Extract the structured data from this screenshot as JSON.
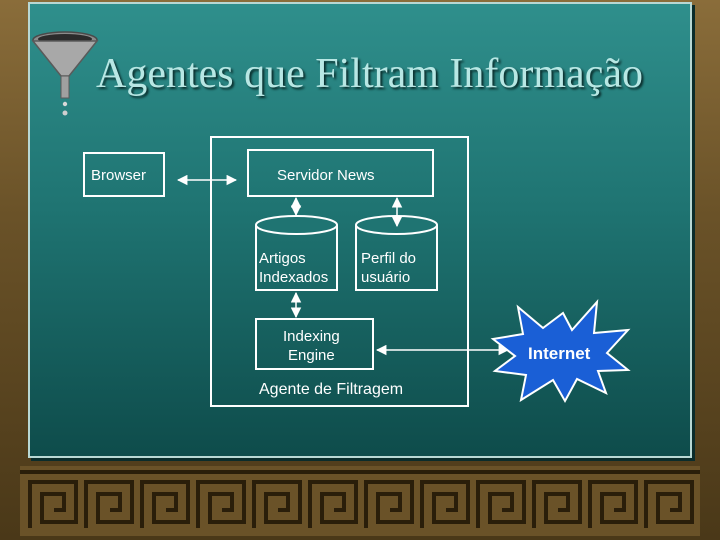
{
  "title": "Agentes que Filtram Informação",
  "diagram": {
    "browser": "Browser",
    "servidor": "Servidor News",
    "artigos_1": "Artigos",
    "artigos_2": "Indexados",
    "perfil_1": "Perfil do",
    "perfil_2": "usuário",
    "indexing_1": "Indexing",
    "indexing_2": "Engine",
    "agente": "Agente de Filtragem",
    "internet": "Internet"
  },
  "colors": {
    "panel": "#1f7472",
    "title": "#b8e7e4",
    "internet_fill": "#1a5fd6",
    "border": "#ffffff",
    "frame": "#6a5228"
  },
  "icons": [
    "funnel-icon",
    "greek-key-border"
  ]
}
